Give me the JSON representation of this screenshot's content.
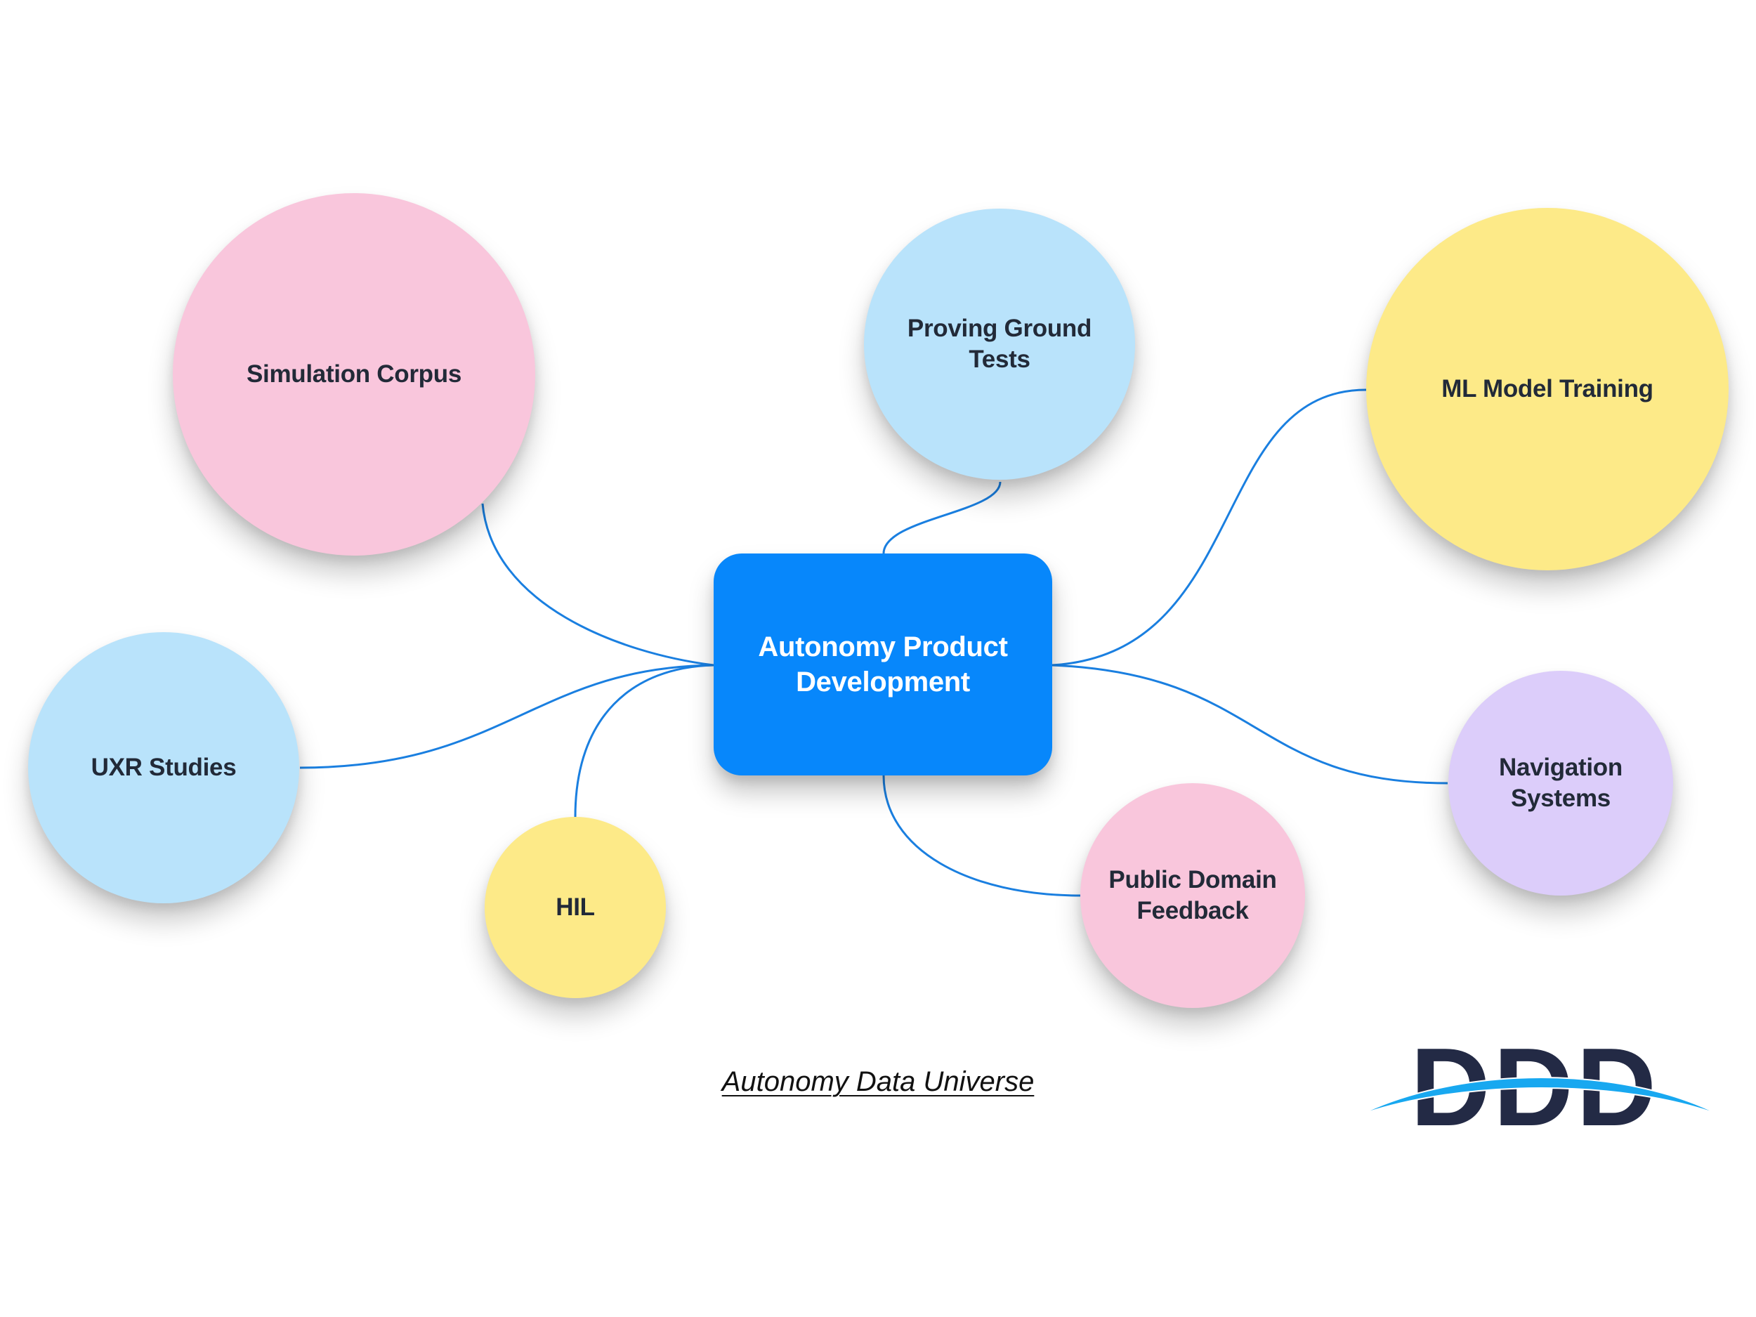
{
  "diagram": {
    "center": {
      "label": "Autonomy Product\nDevelopment",
      "color": "#0787fb"
    },
    "nodes": [
      {
        "id": "simulation-corpus",
        "label": "Simulation Corpus",
        "color": "#f9c6dc"
      },
      {
        "id": "proving-ground-tests",
        "label": "Proving Ground\nTests",
        "color": "#b9e3fb"
      },
      {
        "id": "ml-model-training",
        "label": "ML Model Training",
        "color": "#fdea88"
      },
      {
        "id": "uxr-studies",
        "label": "UXR Studies",
        "color": "#b9e3fb"
      },
      {
        "id": "hil",
        "label": "HIL",
        "color": "#fdea88"
      },
      {
        "id": "public-domain-feedback",
        "label": "Public Domain\nFeedback",
        "color": "#f9c6dc"
      },
      {
        "id": "navigation-systems",
        "label": "Navigation\nSystems",
        "color": "#dccdfa"
      }
    ],
    "connector_color": "#1a7fe0"
  },
  "caption": "Autonomy Data Universe",
  "logo": {
    "text": "DDD",
    "text_color": "#232a45",
    "arc_color": "#18a8f0"
  }
}
